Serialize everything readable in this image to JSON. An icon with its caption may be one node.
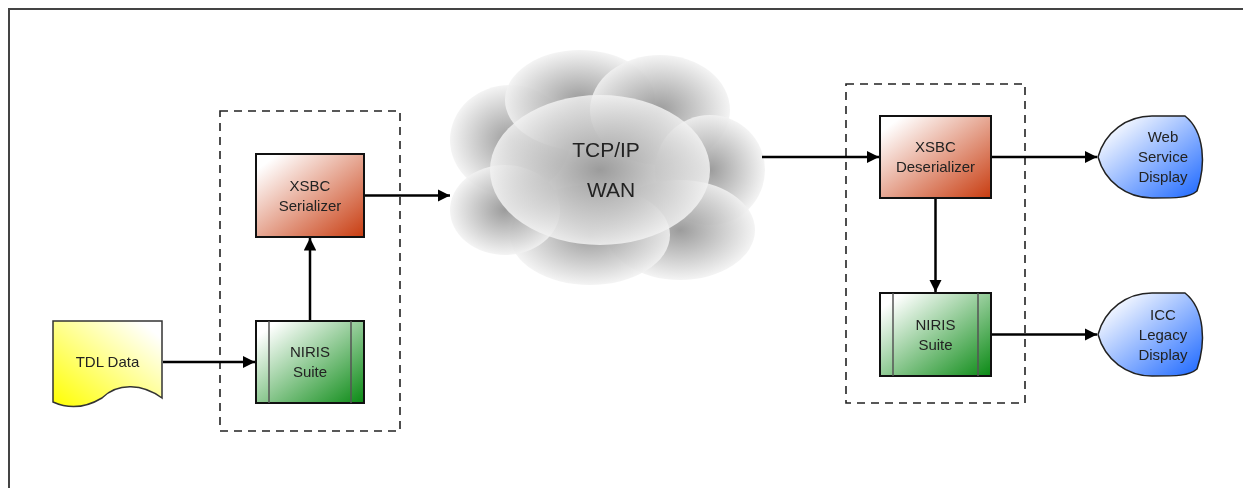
{
  "diagram": {
    "nodes": [
      {
        "text": [
          "TDL Data"
        ]
      },
      {
        "text": [],
        "shape": "box"
      },
      {
        "text": [
          "XSBC Serializer"
        ],
        "in": 1
      },
      {
        "text": [
          "NIRIS Suite"
        ],
        "in": 1
      },
      {
        "text": [
          "TCP/IP",
          "WAN"
        ]
      },
      {
        "text": [],
        "shape": "box"
      },
      {
        "text": [
          "XSBC Deserializer"
        ],
        "in": 5
      },
      {
        "text": [
          "NIRIS Suite"
        ],
        "in": 5
      },
      {
        "text": [
          "Web Service Display"
        ]
      },
      {
        "text": [
          "ICC Legacy Display"
        ]
      }
    ],
    "edges": [
      {
        "from": 0,
        "to": 3,
        "arrow": "to"
      },
      {
        "from": 3,
        "to": 2,
        "arrow": "to"
      },
      {
        "from": 2,
        "to": 4,
        "arrow": "to"
      },
      {
        "from": 4,
        "to": 6,
        "arrow": "to"
      },
      {
        "from": 6,
        "to": 8,
        "arrow": "to"
      },
      {
        "from": 6,
        "to": 7,
        "arrow": "to"
      },
      {
        "from": 7,
        "to": 9,
        "arrow": "to"
      }
    ]
  }
}
